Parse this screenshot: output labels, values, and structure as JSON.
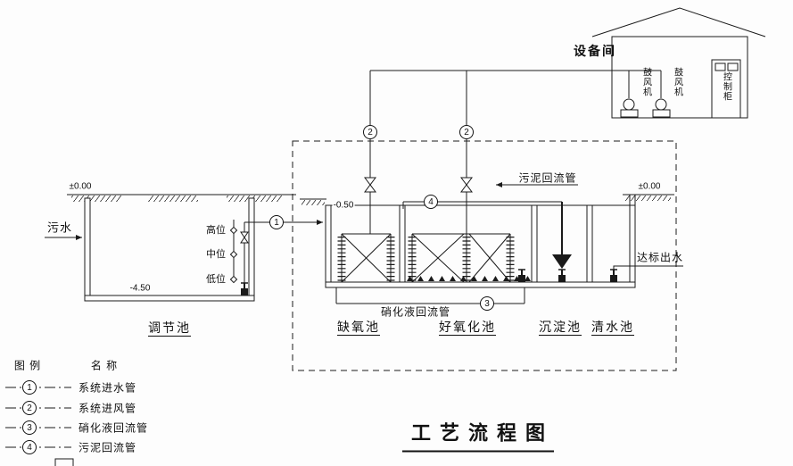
{
  "title": "工艺流程图",
  "colors": {
    "ink": "#1a1a1a",
    "paper": "#fdfdfd"
  },
  "equipment_room": {
    "label": "设备间",
    "blower_left": "鼓风机",
    "blower_right": "鼓风机",
    "control_cabinet": "控制柜"
  },
  "tanks": {
    "regulation": "调节池",
    "anoxic": "缺氧池",
    "aerobic": "好氧化池",
    "sedimentation": "沉淀池",
    "clear_water": "清水池"
  },
  "annotations": {
    "sewage_inflow": "污水",
    "level_high": "高位",
    "level_mid": "中位",
    "level_low": "低位",
    "sludge_return_pipe": "污泥回流管",
    "nitrified_return_pipe": "硝化液回流管",
    "effluent": "达标出水",
    "elev_ground_left": "±0.00",
    "elev_ground_right": "±0.00",
    "elev_tank_top": "-0.50",
    "elev_tank_bottom": "-4.50"
  },
  "callouts": {
    "inlet": "1",
    "air_left": "2",
    "air_right": "2",
    "nitrified": "3",
    "sludge": "4"
  },
  "legend": {
    "col_symbol": "图 例",
    "col_name": "名 称",
    "items": [
      {
        "num": "1",
        "name": "系统进水管"
      },
      {
        "num": "2",
        "name": "系统进风管"
      },
      {
        "num": "3",
        "name": "硝化液回流管"
      },
      {
        "num": "4",
        "name": "污泥回流管"
      }
    ]
  }
}
